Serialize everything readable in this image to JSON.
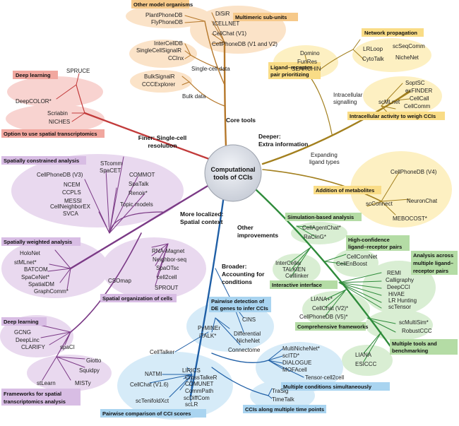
{
  "center": {
    "line1": "Computational",
    "line2": "tools of CCIs"
  },
  "branches": {
    "core": "Core tools",
    "finer1": "Finer: Single-cell",
    "finer2": "resolution",
    "deeper1": "Deeper:",
    "deeper2": "Extra information",
    "local1": "More localized:",
    "local2": "Spatial context",
    "other1": "Other",
    "other2": "improvements",
    "broader1": "Broader:",
    "broader2": "Accounting for",
    "broader3": "conditions"
  },
  "sub_labels": {
    "single_cell_data": "Single-cell data",
    "bulk_data": "Bulk data",
    "intracellular1": "Intracellular",
    "intracellular2": "signalling",
    "expanding1": "Expanding",
    "expanding2": "ligand types"
  },
  "headers": {
    "other_organisms": "Other model organisms",
    "multimeric": "Multimeric sub-units",
    "network_propagation": "Network propagation",
    "ligand_prioritizing1": "Ligand–receptor",
    "ligand_prioritizing2": "pair prioritizing",
    "intracellular_weigh": "Intracellular activity to weigh CCIs",
    "deep_learning_top": "Deep learning",
    "spatial_option": "Option to use spatial transcriptomics",
    "addition_metabolites": "Addition of metabolites",
    "spatially_constrained": "Spatially constrained analysis",
    "spatially_weighted": "Spatially weighted analysis",
    "spatial_organization": "Spatial organization of cells",
    "deep_learning_bottom": "Deep learning",
    "frameworks1": "Frameworks for spatial",
    "frameworks2": "transcriptomics analysis",
    "simulation": "Simulation-based analysis",
    "high_conf1": "High-confidence",
    "high_conf2": "ligand–receptor pairs",
    "analysis_across1": "Analysis across",
    "analysis_across2": "multiple ligand–",
    "analysis_across3": "receptor pairs",
    "interactive": "Interactive interface",
    "comprehensive": "Comprehensive frameworks",
    "multiple_tools1": "Multiple tools and",
    "multiple_tools2": "benchmarking",
    "pairwise_de1": "Pairwise detection of",
    "pairwise_de2": "DE genes to infer CCIs",
    "multiple_conditions": "Multiple conditions simultaneously",
    "ccis_time": "CCIs along multiple time points",
    "pairwise_comparison": "Pairwise comparison of CCI scores"
  },
  "tools": {
    "plantphonedb": "PlantPhoneDB",
    "flyphonedb": "FlyPhoneDB",
    "disir": "DiSiR",
    "icellnet": "ICELLNET",
    "cellchat_v1": "CellChat (V1)",
    "cellphonedb_v1v2": "CellPhoneDB (V1 and V2)",
    "intercelldb": "InterCellDB",
    "singlecellsignalr": "SingleCellSignalR",
    "ccinx": "CCInx",
    "bulksignalr": "BulkSignalR",
    "cccexplorer": "CCCExplorer",
    "spruce": "SPRUCE",
    "deepcolor": "DeepCOLOR*",
    "scriabin": "Scriabin",
    "niches": "NICHES",
    "domino": "Domino",
    "funres": "FunRes",
    "searchin": "SEARCHIN",
    "lrloop": "LRLoop",
    "scseqcomm": "scSeqComm",
    "cytotalk": "CytoTalk",
    "nichenet": "NicheNet",
    "soptsc": "SoptSC",
    "exfinder": "exFINDER",
    "cellcall": "CellCall",
    "scmlnet": "scMLnet",
    "cellcomm": "CellComm",
    "cellphonedb_v4": "CellPhoneDB (V4)",
    "neuronchat": "NeuronChat",
    "scconnect": "scConnect",
    "mebocost": "MEBOCOST*",
    "cellphonedb_v3": "CellPhoneDB (V3)",
    "stcomm": "STcomm",
    "spacet": "SpaCET",
    "commot": "COMMOT",
    "ncem": "NCEM",
    "spatalk": "SpaTalk",
    "ccpls": "CCPLS",
    "renoir": "Renoir*",
    "messi": "MESSI",
    "cellneighborex": "CellNeighborEX",
    "svca": "SVCA",
    "topic_models": "Topic models",
    "holonet": "HoloNet",
    "stmlnet": "stMLnet*",
    "batcom": "BATCOM",
    "spacenet": "SpaCeNet*",
    "spatialdm": "SpatialDM",
    "graphcomm": "GraphComm*",
    "rnamagnet": "RNA-Magnet",
    "neighborseq": "Neighbor-seq",
    "spaotsc": "SpaOTsc",
    "cell2cell": "cell2cell",
    "csomap": "CSOmap",
    "sprout": "SPROUT",
    "gcng": "GCNG",
    "deeplinc": "DeepLinc",
    "clarify": "CLARIFY",
    "spaci": "spaCI",
    "giotto": "Giotto",
    "squidpy": "Squidpy",
    "stlearn": "stLearn",
    "misty": "MISTy",
    "cellagentchat": "CellAgentChat*",
    "racing": "RaCInG*",
    "cellcomnet": "CellComNet",
    "cellenboost": "CellEnBoost",
    "intercellar": "InterCellar",
    "talklien": "TALKIEN",
    "celllinker": "Celllinker",
    "remi": "REMI",
    "calligraphy": "Calligraphy",
    "deepcci": "DeepCCI",
    "hivae": "HiVAE",
    "lr_hunting": "LR Hunting",
    "sctensor": "scTensor",
    "liana_plus": "LIANA+*",
    "cellchat_v2": "CellChat (V2)*",
    "cellphonedb_v5": "CellPhoneDB (V5)*",
    "scmultisim": "scMultiSim*",
    "robustccc": "RobustCCC",
    "liana": "LIANA",
    "esiccc": "ESICCC",
    "pyminer": "PyMINEr",
    "italk": "iTALK*",
    "cins": "CINS",
    "differential_nichenet1": "Differential",
    "differential_nichenet2": "NicheNet",
    "connectome": "Connectome",
    "celltalker": "CellTalker",
    "multinichenet": "MultiNicheNet*",
    "scitd": "scITD*",
    "dialogue": "DIALOGUE",
    "mofacell": "MOFAcell",
    "tensor_cell2cell": "Tensor-cell2cell",
    "trasig": "TraSig",
    "timetalk": "TimeTalk",
    "natmi": "NATMI",
    "lirics": "LIRICS",
    "crosstalker": "CrossTalkeR",
    "comunet": "COMUNET",
    "commpath": "CommPath",
    "cellchat_v16": "CellChat (V1.6)",
    "scdiffcom": "scDiffCom",
    "sctenifoldxct": "scTenifoldXct",
    "sclr": "scLR"
  },
  "colors": {
    "core_branch": "#b5772a",
    "deeper_branch": "#a3801f",
    "spatial_branch": "#7b3a86",
    "other_branch": "#2e8b3a",
    "broader_branch": "#1f5fa6",
    "finer_branch": "#c23b3b",
    "orange_bubble": "#fbe3c8",
    "orange_label": "#f6c98a",
    "yellow_bubble": "#fdf0c2",
    "yellow_label": "#f9dc86",
    "pink_bubble": "#f8d3d0",
    "pink_label": "#f1a79f",
    "purple_bubble": "#e9d9ef",
    "purple_label": "#d8bde4",
    "green_bubble": "#d9eed3",
    "green_label": "#b4dca5",
    "blue_bubble": "#d6ebf8",
    "blue_label": "#a9d4f0"
  }
}
